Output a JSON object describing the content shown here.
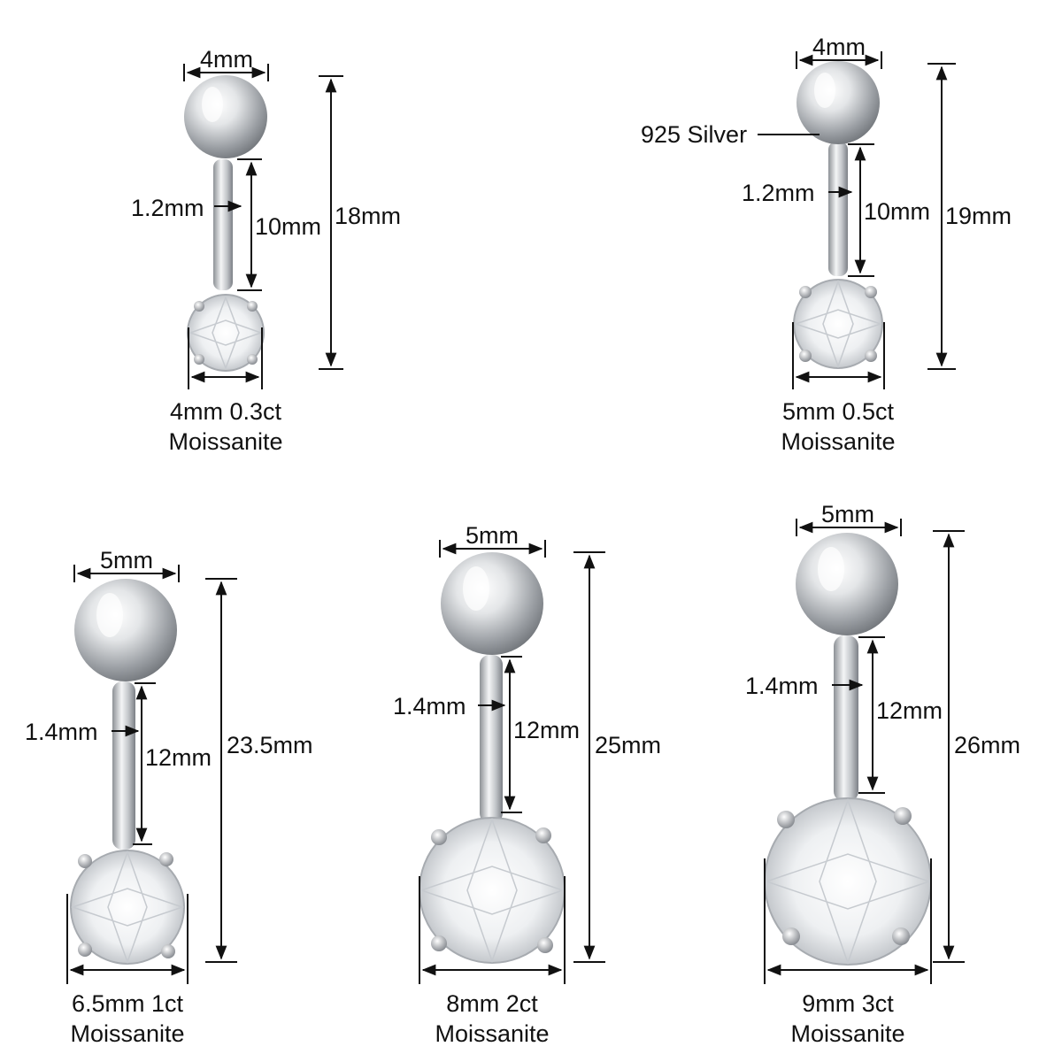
{
  "colors": {
    "background": "#ffffff",
    "line": "#111111",
    "metal": "#c9cccf",
    "gem": "#f2f4f6"
  },
  "material_label": "925 Silver",
  "items": [
    {
      "ball": "4mm",
      "bar": "1.2mm",
      "bar_length": "10mm",
      "total": "18mm",
      "gem_line1": "4mm 0.3ct",
      "gem_line2": "Moissanite"
    },
    {
      "ball": "4mm",
      "bar": "1.2mm",
      "bar_length": "10mm",
      "total": "19mm",
      "gem_line1": "5mm 0.5ct",
      "gem_line2": "Moissanite"
    },
    {
      "ball": "5mm",
      "bar": "1.4mm",
      "bar_length": "12mm",
      "total": "23.5mm",
      "gem_line1": "6.5mm 1ct",
      "gem_line2": "Moissanite"
    },
    {
      "ball": "5mm",
      "bar": "1.4mm",
      "bar_length": "12mm",
      "total": "25mm",
      "gem_line1": "8mm 2ct",
      "gem_line2": "Moissanite"
    },
    {
      "ball": "5mm",
      "bar": "1.4mm",
      "bar_length": "12mm",
      "total": "26mm",
      "gem_line1": "9mm 3ct",
      "gem_line2": "Moissanite"
    }
  ]
}
